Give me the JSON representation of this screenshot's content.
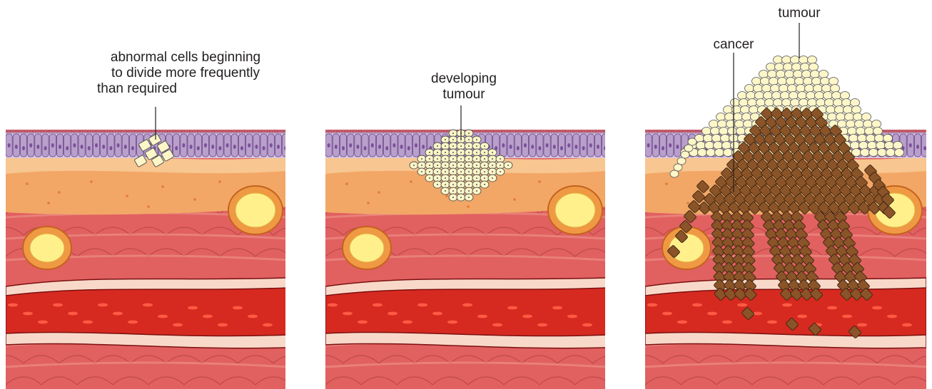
{
  "colors": {
    "epithelium": "#b9a0cc",
    "epithelium_nucleus": "#7c4f9a",
    "fat_layer": "#f2a766",
    "muscle": "#e16060",
    "vessel_wall": "#f8d9c9",
    "blood": "#d62a20",
    "gland_rim": "#ef9944",
    "gland_core": "#fff08c",
    "abnormal_cell": "#fdf6c8",
    "cancer_cell": "#8a5428"
  },
  "panels": [
    {
      "stage": "abnormal",
      "label_lines": [
        "abnormal cells beginning",
        "to divide more frequently",
        "than required"
      ]
    },
    {
      "stage": "developing",
      "label_lines": [
        "developing",
        "tumour"
      ]
    },
    {
      "stage": "cancer",
      "labels": {
        "tumour": [
          "tumour"
        ],
        "cancer": [
          "cancer"
        ]
      }
    }
  ]
}
